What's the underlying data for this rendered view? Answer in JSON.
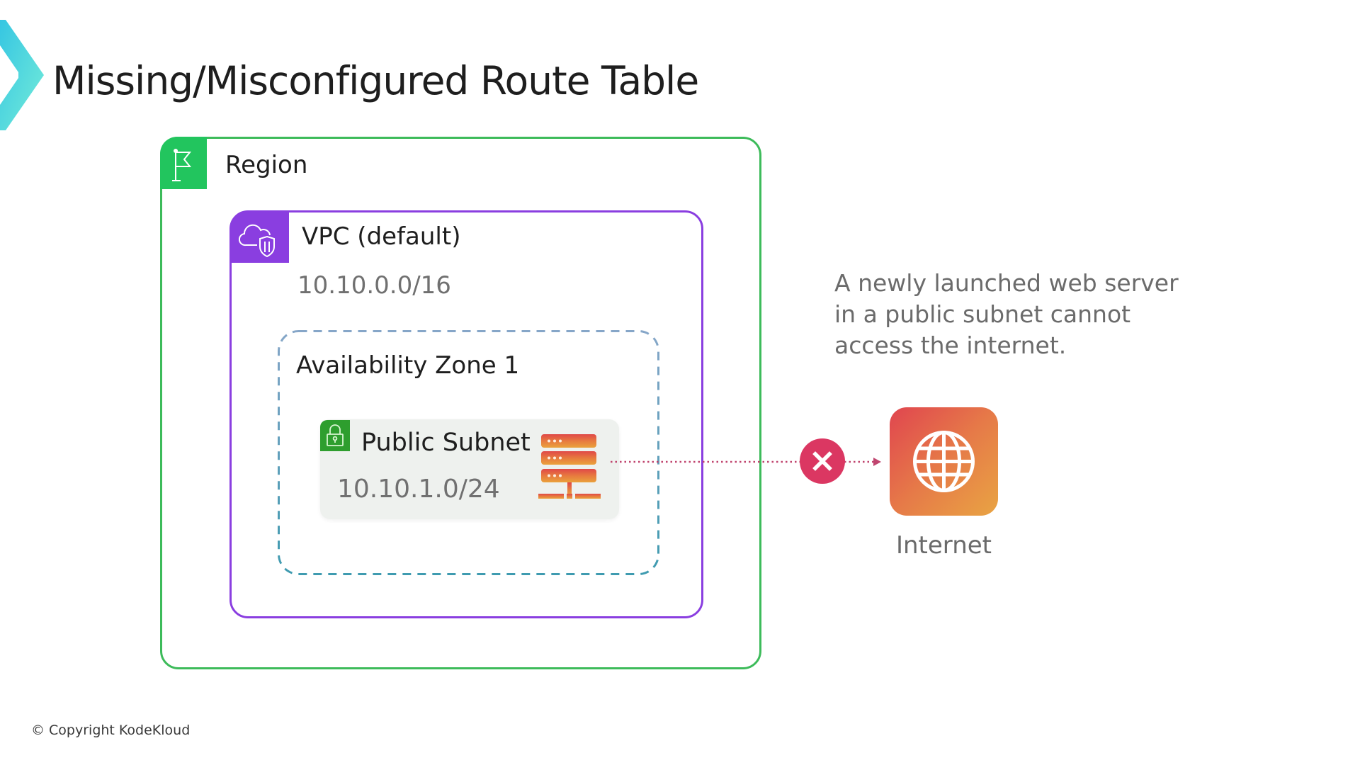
{
  "slide": {
    "title": "Missing/Misconfigured Route Table",
    "copyright": "© Copyright KodeKloud"
  },
  "diagram": {
    "region": {
      "label": "Region",
      "icon": "flag-icon",
      "color": "#22c55e"
    },
    "vpc": {
      "label": "VPC (default)",
      "cidr": "10.10.0.0/16",
      "icon": "cloud-shield-icon",
      "color": "#8a3ee0"
    },
    "availability_zone": {
      "label": "Availability Zone 1",
      "border_style": "dashed",
      "color": "#5f9fc0"
    },
    "subnet": {
      "label": "Public Subnet",
      "cidr": "10.10.1.0/24",
      "icon": "lock-icon",
      "color": "#2e9e2e"
    },
    "server": {
      "icon": "server-icon"
    },
    "connection": {
      "style": "dotted-arrow",
      "status": "blocked",
      "status_icon": "x-circle-icon",
      "color": "#d63a63"
    },
    "internet": {
      "label": "Internet",
      "icon": "globe-icon"
    }
  },
  "description": {
    "lines": [
      "A newly launched web server",
      "in a public subnet cannot",
      "access the internet."
    ]
  }
}
